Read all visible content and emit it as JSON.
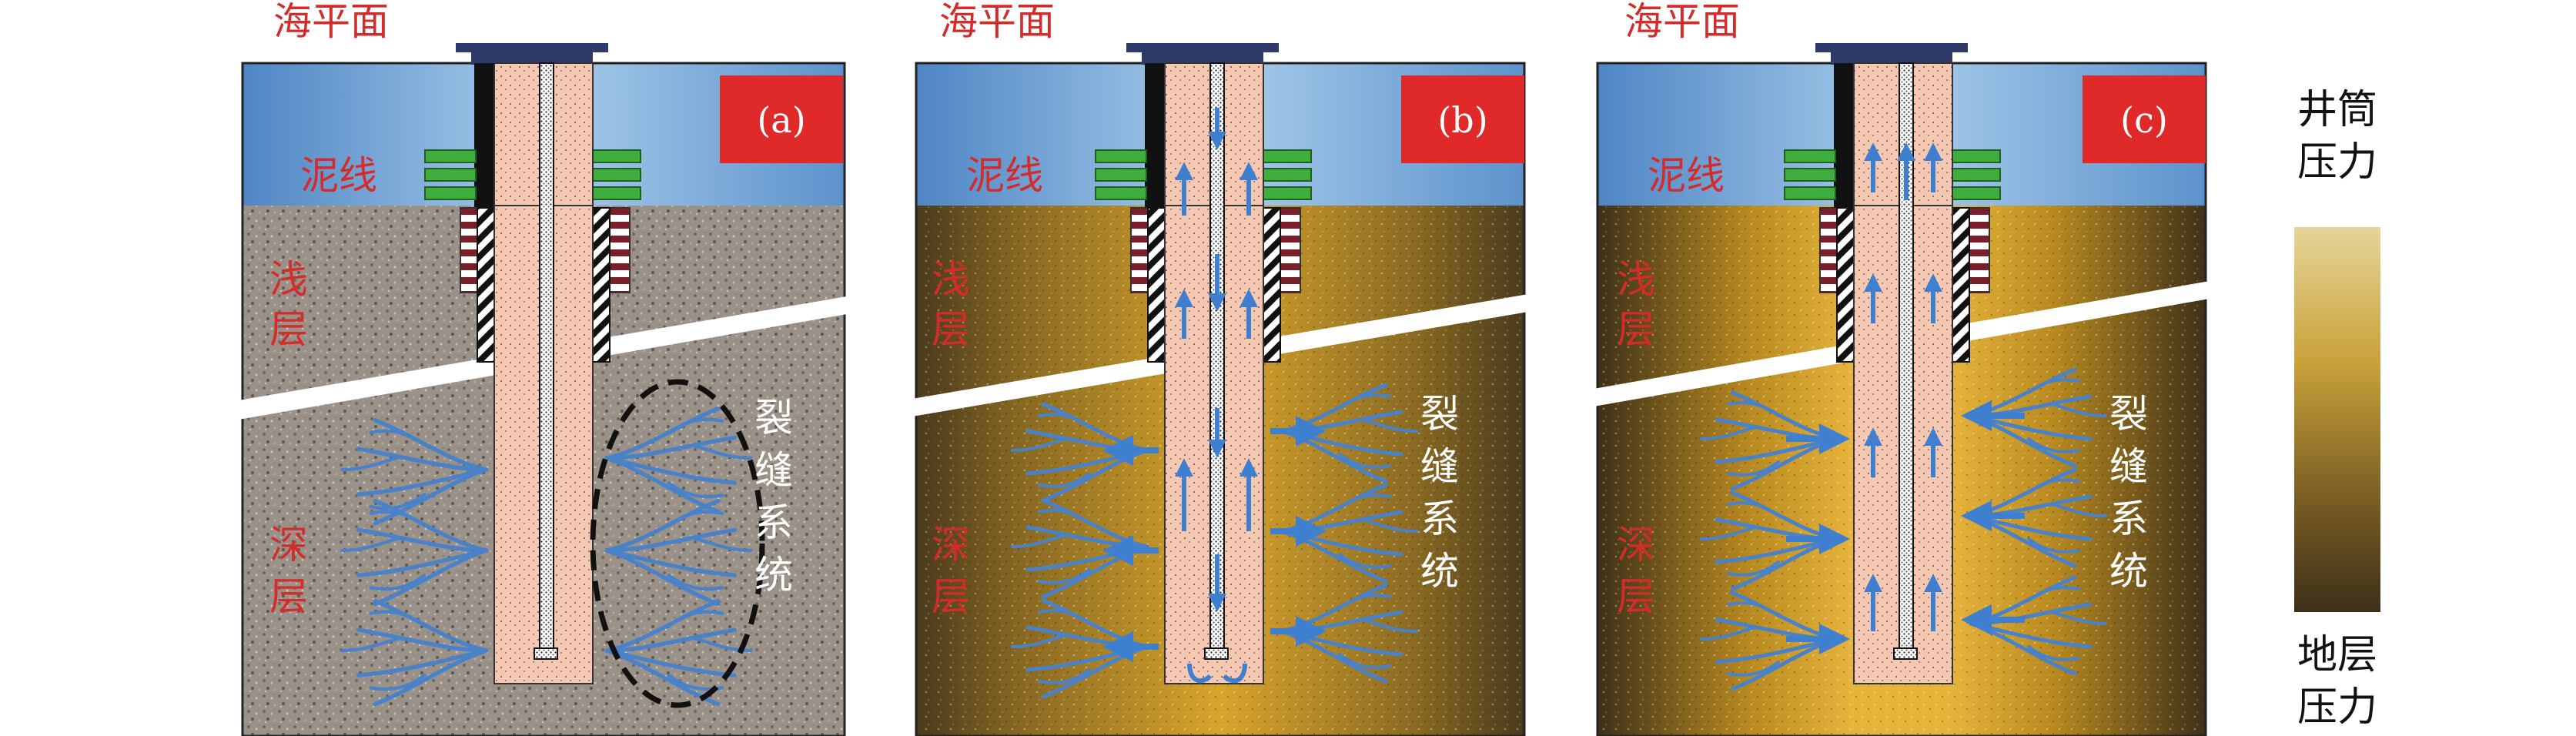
{
  "sea_level_label": "海平面",
  "mudline_label": "泥线",
  "shallow_label": [
    "浅",
    "层"
  ],
  "deep_label": [
    "深",
    "层"
  ],
  "fracture_label": [
    "裂",
    "缝",
    "系",
    "统"
  ],
  "panels": [
    {
      "id": "a",
      "badge": "(a)"
    },
    {
      "id": "b",
      "badge": "(b)"
    },
    {
      "id": "c",
      "badge": "(c)"
    }
  ],
  "legend": {
    "top_label": [
      "井筒",
      "压力"
    ],
    "bottom_label": [
      "地层",
      "压力"
    ],
    "color_top": "#e6d49a",
    "color_bottom": "#3d2f18"
  },
  "colors": {
    "label_red": "#d42b2b",
    "badge_red": "#e02a2a",
    "sea_blue": "#86b5dc",
    "flow_blue": "#3f7fd0",
    "fracture_blue": "#4a82c9",
    "mudmat_green": "#3fae3f",
    "well_pink": "#f5c8b4"
  }
}
